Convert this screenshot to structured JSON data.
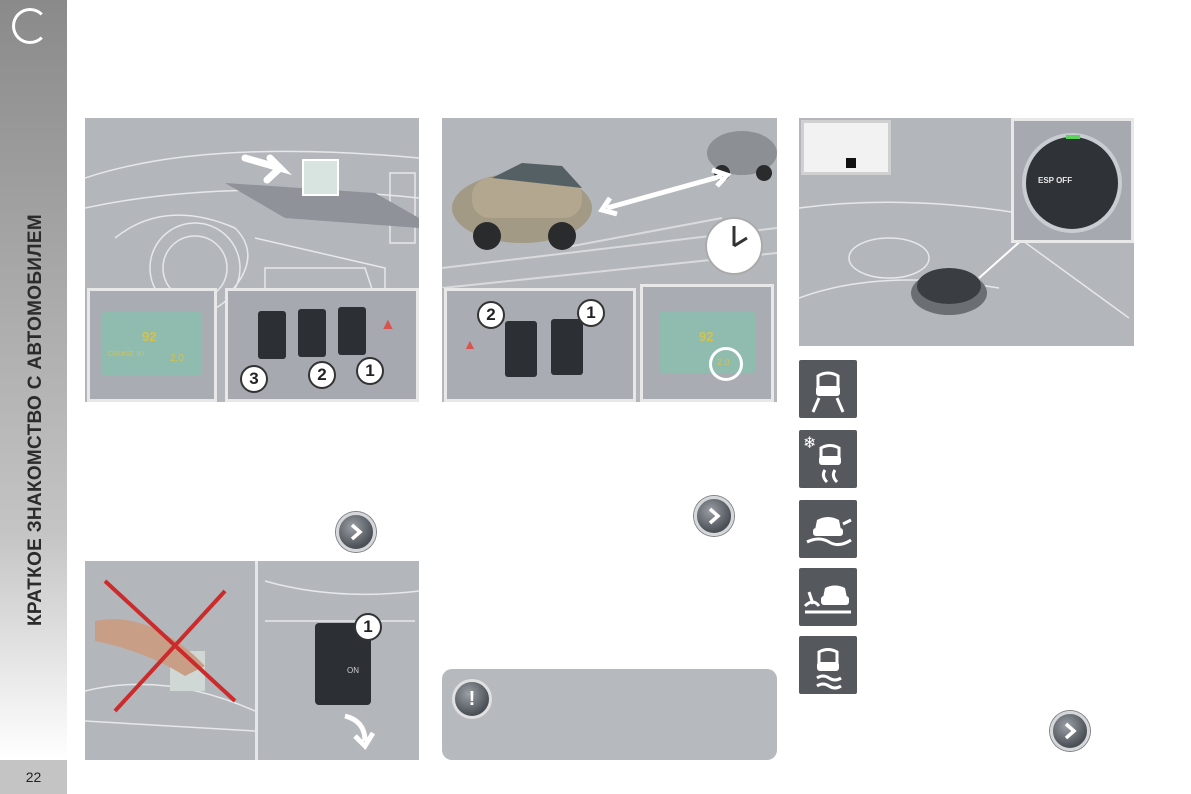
{
  "sidebar": {
    "title": "КРАТКОЕ ЗНАКОМСТВО С АВТОМОБИЛЕМ",
    "page_number": "22"
  },
  "panel1": {
    "hud_speed": "92",
    "hud_small_left": "CRUISE 90",
    "hud_distance": "2.0",
    "callouts": [
      "3",
      "2",
      "1"
    ]
  },
  "panel2": {
    "callouts": [
      "2",
      "1"
    ],
    "hud_speed": "92",
    "hud_distance": "2.0"
  },
  "panel3": {
    "esp_label": "ESP OFF"
  },
  "panel4": {
    "callout": "1",
    "switch_label": "ON"
  },
  "warning": {
    "symbol": "!"
  },
  "icons": [
    "standard-mode-icon",
    "snow-mode-icon",
    "mud-mode-icon",
    "sand-mode-icon",
    "esp-off-mode-icon"
  ],
  "colors": {
    "panel_bg": "#b3b6bb",
    "icon_bg": "#55595e",
    "hud_text": "#d6c24a"
  }
}
